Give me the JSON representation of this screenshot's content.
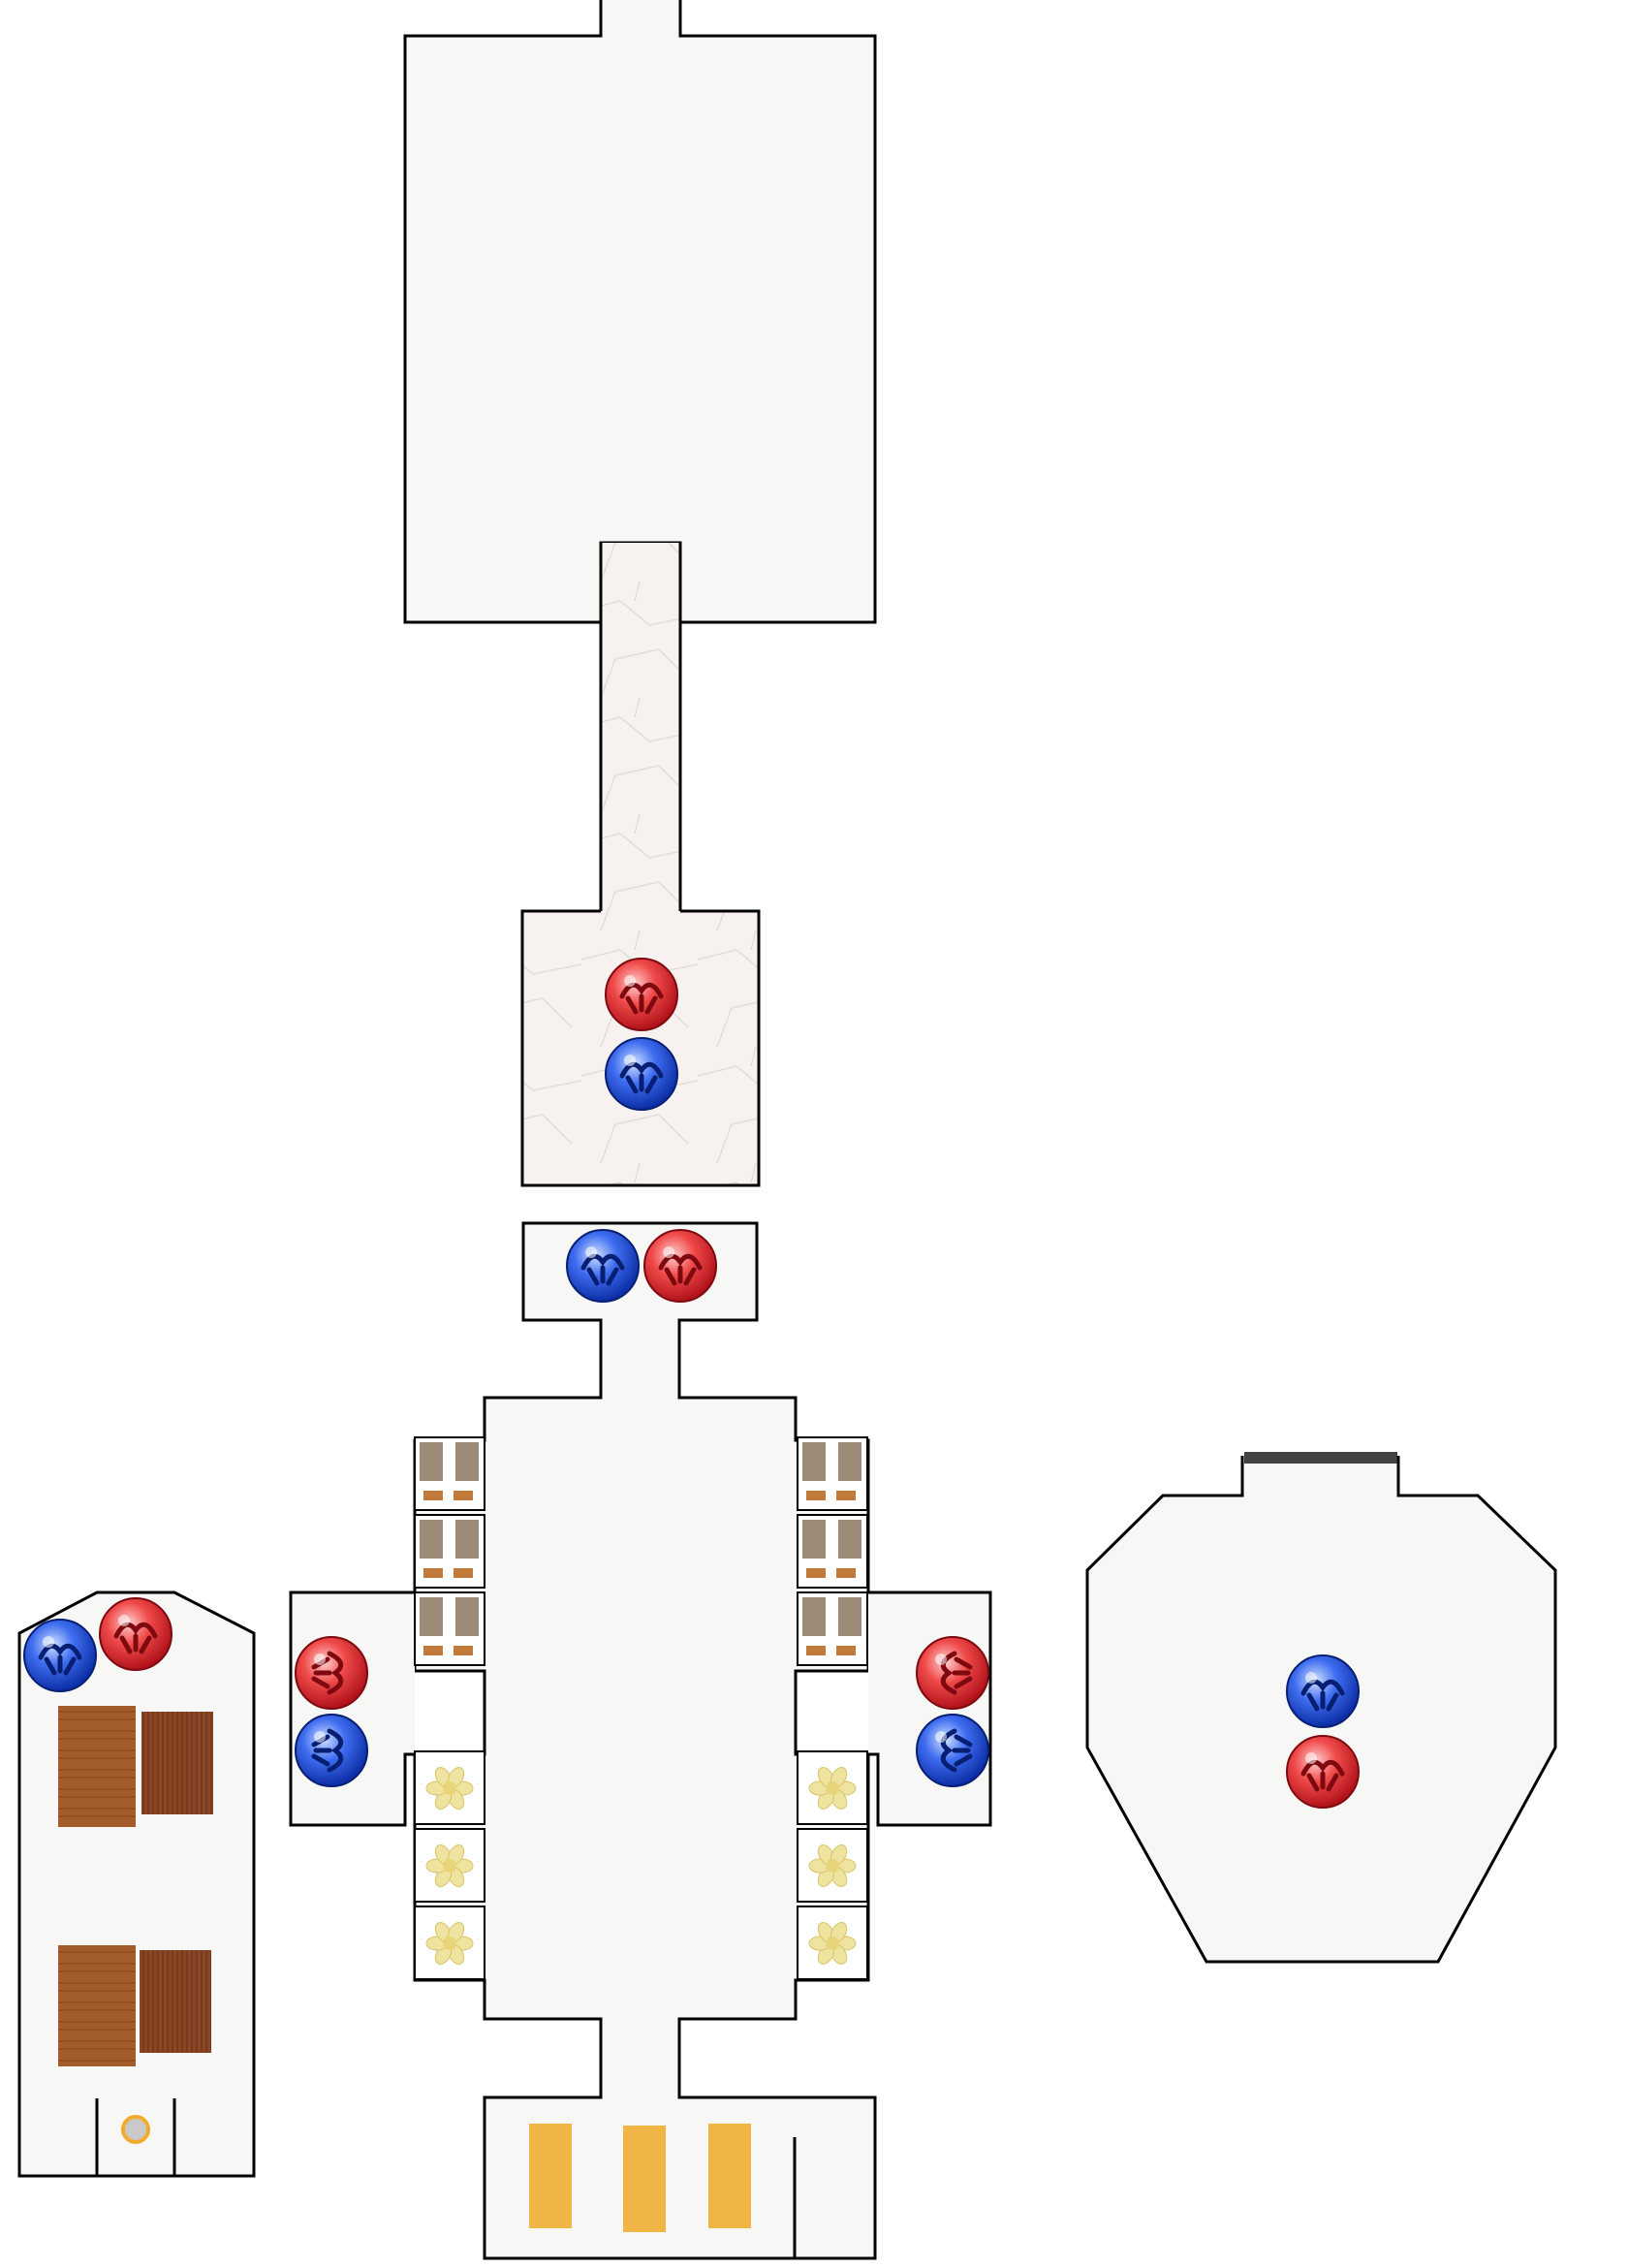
{
  "map": {
    "background_color": "#ffffff",
    "floor_color": "#f7f7f5",
    "marble_floor_color": "#f7f2ef",
    "outline_color": "#000000",
    "rooms": [
      {
        "id": "north-hall",
        "floor": "plain"
      },
      {
        "id": "north-corridor",
        "floor": "marble"
      },
      {
        "id": "marble-antechamber",
        "floor": "marble"
      },
      {
        "id": "warp-alcove",
        "floor": "plain"
      },
      {
        "id": "central-hall",
        "floor": "plain"
      },
      {
        "id": "south-entrance",
        "floor": "plain"
      },
      {
        "id": "west-room",
        "floor": "plain"
      },
      {
        "id": "east-room",
        "floor": "plain"
      }
    ],
    "warp_tiles": [
      {
        "room": "marble-antechamber",
        "color": "red",
        "icon": "warp-up-icon"
      },
      {
        "room": "marble-antechamber",
        "color": "blue",
        "icon": "warp-up-icon"
      },
      {
        "room": "warp-alcove",
        "color": "blue",
        "icon": "warp-up-icon"
      },
      {
        "room": "warp-alcove",
        "color": "red",
        "icon": "warp-up-icon"
      },
      {
        "room": "central-hall-west-wing",
        "color": "red",
        "icon": "warp-right-icon"
      },
      {
        "room": "central-hall-west-wing",
        "color": "blue",
        "icon": "warp-right-icon"
      },
      {
        "room": "central-hall-east-wing",
        "color": "red",
        "icon": "warp-left-icon"
      },
      {
        "room": "central-hall-east-wing",
        "color": "blue",
        "icon": "warp-left-icon"
      },
      {
        "room": "west-room",
        "color": "blue",
        "icon": "warp-up-icon"
      },
      {
        "room": "west-room",
        "color": "red",
        "icon": "warp-up-icon"
      },
      {
        "room": "east-room",
        "color": "blue",
        "icon": "warp-up-icon"
      },
      {
        "room": "east-room",
        "color": "red",
        "icon": "warp-up-icon"
      }
    ],
    "colors": {
      "warp_red": "#e0262e",
      "warp_blue": "#1f4fd8",
      "bed_frame": "#9c8b76",
      "bed_blanket": "#c27a3a",
      "flower_bed": "#efe3a0",
      "wood_table": "#a0582a",
      "wood_shelf": "#8a4a24",
      "bench_yellow": "#f0b545",
      "floor_ball": "#f2ab2c"
    },
    "beds": {
      "west": 3,
      "east": 3
    },
    "flower_beds": {
      "west": 3,
      "east": 3
    },
    "tables": 4,
    "benches": 3
  }
}
